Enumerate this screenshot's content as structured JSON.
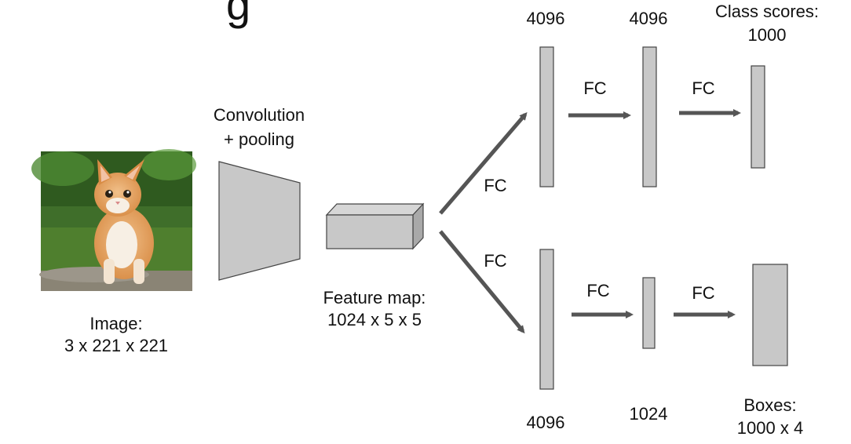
{
  "title_fragment": "g",
  "input": {
    "image_label_1": "Image:",
    "image_label_2": "3 x 221 x 221",
    "photo_subject": "orange-white kitten on grass"
  },
  "conv": {
    "label_1": "Convolution",
    "label_2": "+ pooling"
  },
  "feature_map": {
    "label_1": "Feature map:",
    "label_2": "1024 x 5 x 5"
  },
  "fc_label": "FC",
  "classification_branch": {
    "fc1_size": "4096",
    "fc2_size": "4096",
    "out_label_1": "Class scores:",
    "out_label_2": "1000"
  },
  "regression_branch": {
    "fc1_size": "4096",
    "fc2_size": "1024",
    "out_label_1": "Boxes:",
    "out_label_2": "1000 x 4"
  },
  "colors": {
    "layer_fill": "#c8c8c8",
    "layer_stroke": "#444444",
    "arrow": "#555555",
    "text": "#111111"
  }
}
